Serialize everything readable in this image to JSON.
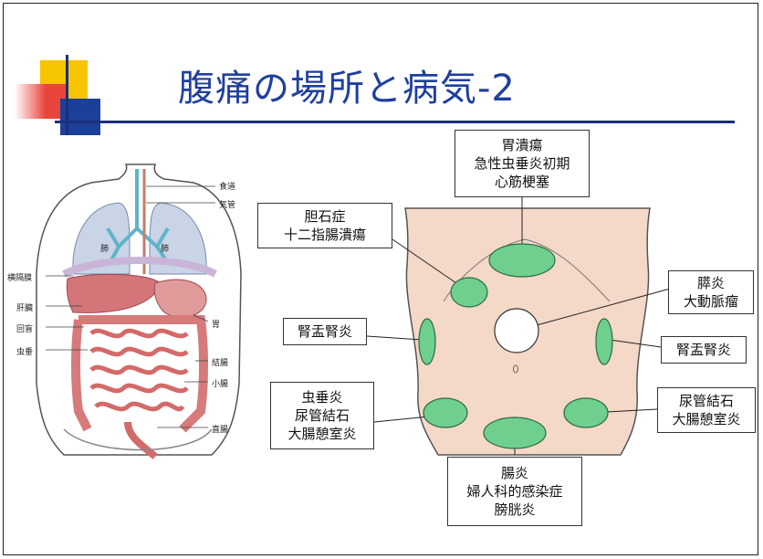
{
  "slide": {
    "title": "腹痛の場所と病気-2"
  },
  "anatomy": {
    "labels": {
      "esophagus": "食道",
      "trachea": "気管",
      "lung_left": "肺",
      "lung_right": "肺",
      "diaphragm": "横隔膜",
      "liver": "肝臓",
      "cecum": "回盲",
      "appendix": "虫垂",
      "stomach": "胃",
      "colon": "結腸",
      "small_intestine": "小腸",
      "rectum": "直腸"
    }
  },
  "pain_map": {
    "top": [
      "胃潰瘍",
      "急性虫垂炎初期",
      "心筋梗塞"
    ],
    "upper_left": [
      "胆石症",
      "十二指腸潰瘍"
    ],
    "upper_right": [
      "膵炎",
      "大動脈瘤"
    ],
    "middle_left": [
      "腎盂腎炎"
    ],
    "middle_right": [
      "腎盂腎炎"
    ],
    "lower_left": [
      "虫垂炎",
      "尿管結石",
      "大腸憩室炎"
    ],
    "lower_right": [
      "尿管結石",
      "大腸憩室炎"
    ],
    "bottom": [
      "腸炎",
      "婦人科的感染症",
      "膀胱炎"
    ]
  },
  "colors": {
    "title": "#1f3f9f",
    "abdomen_fill": "#f4d8c8",
    "pain_spot": "#6fcf8f",
    "pain_spot_stroke": "#2a6b3f"
  }
}
